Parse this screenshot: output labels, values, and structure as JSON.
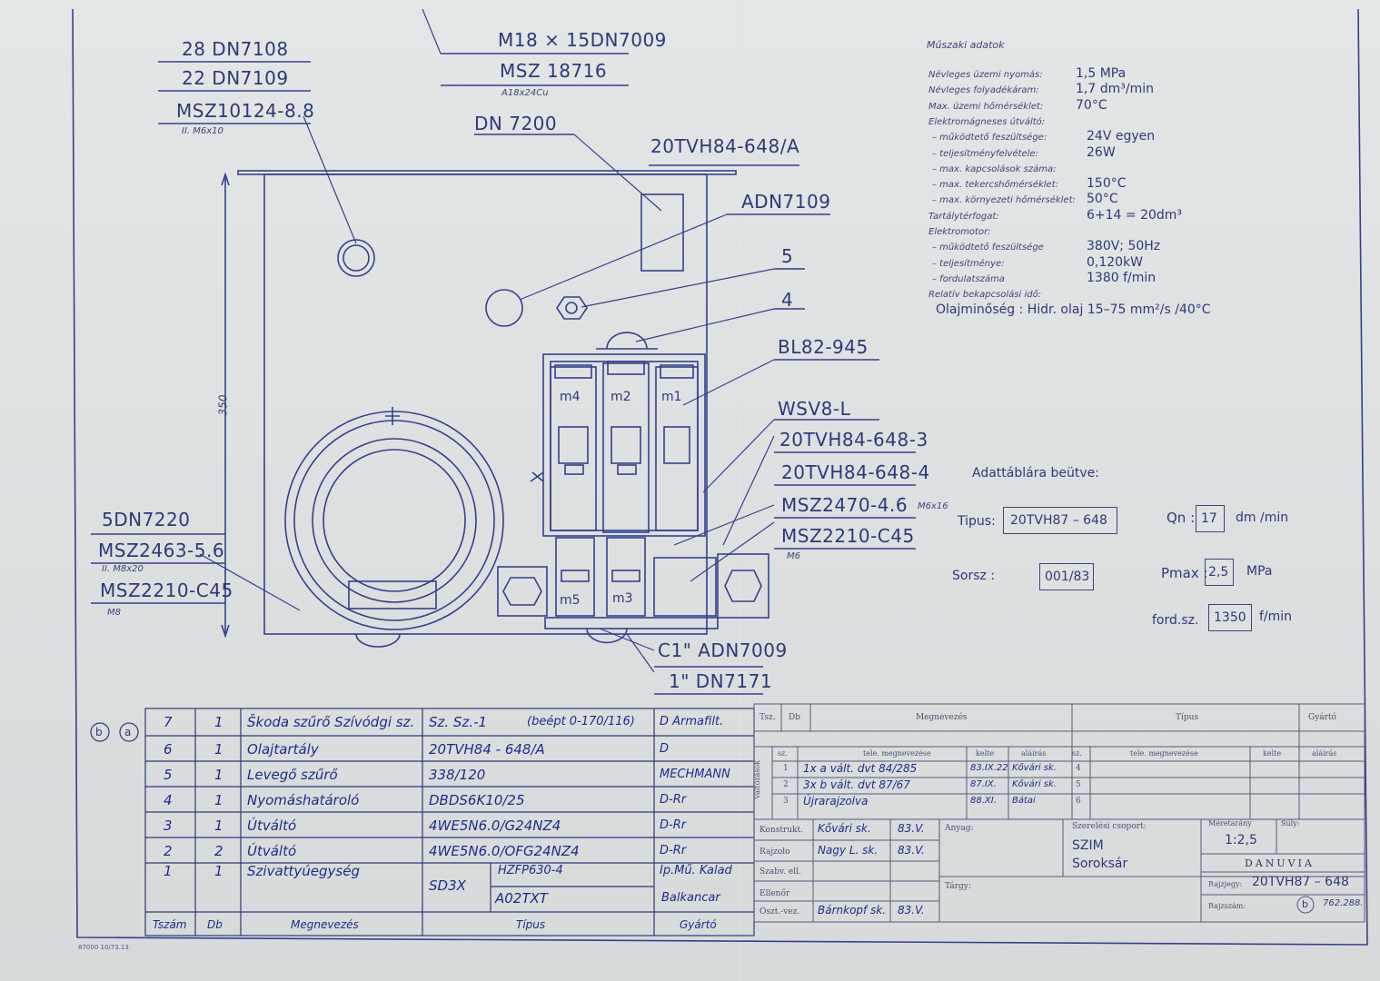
{
  "callouts": {
    "left_top_1": "28 DN7108",
    "left_top_2": "22 DN7109",
    "left_top_3": "MSZ10124-8.8",
    "left_top_note": "II. M6x10",
    "top_1": "M18 × 15DN7009",
    "top_2": "MSZ 18716",
    "top_note": "A18x24Cu",
    "dn7200": "DN 7200",
    "tank_part": "20TVH84-648/A",
    "adn7109": "ADN7109",
    "five": "5",
    "four": "4",
    "bl82": "BL82-945",
    "wsv8": "WSV8-L",
    "r_1": "20TVH84-648-3",
    "r_2": "20TVH84-648-4",
    "r_3": "MSZ2470-4.6",
    "r_3_note": "M6x16",
    "r_4": "MSZ2210-C45",
    "r_4_note": "M6",
    "left_1": "5DN7220",
    "left_2": "MSZ2463-5.6",
    "left_2_note": "II. M8x20",
    "left_3": "MSZ2210-C45",
    "left_3_note": "M8",
    "bottom_1": "C1\" ADN7009",
    "bottom_2": "1\" DN7171",
    "dim_350": "350",
    "m4": "m4",
    "m2": "m2",
    "m1": "m1",
    "m5": "m5",
    "m3": "m3"
  },
  "specs": {
    "title": "Műszaki adatok",
    "rows": [
      {
        "label": "Névleges üzemi nyomás:",
        "value": "1,5 MPa"
      },
      {
        "label": "Névleges folyadékáram:",
        "value": "1,7 dm³/min"
      },
      {
        "label": "Max. üzemi hőmérséklet:",
        "value": "70°C"
      },
      {
        "label": "Elektromágneses útváltó:",
        "value": ""
      },
      {
        "label": "– működtető feszültsége:",
        "value": "24V egyen"
      },
      {
        "label": "– teljesítményfelvétele:",
        "value": "26W"
      },
      {
        "label": "– max. kapcsolások száma:",
        "value": ""
      },
      {
        "label": "– max. tekercshőmérséklet:",
        "value": "150°C"
      },
      {
        "label": "– max. környezeti hőmérséklet:",
        "value": "50°C"
      },
      {
        "label": "Tartálytérfogat:",
        "value": "6+14 = 20dm³"
      },
      {
        "label": "Elektromotor:",
        "value": ""
      },
      {
        "label": "– működtető feszültsége",
        "value": "380V; 50Hz"
      },
      {
        "label": "– teljesítménye:",
        "value": "0,120kW"
      },
      {
        "label": "– fordulatszáma",
        "value": "1380 f/min"
      },
      {
        "label": "Relatív bekapcsolási idő:",
        "value": ""
      }
    ],
    "oil": "Olajminőség : Hidr. olaj 15–75 mm²/s /40°C"
  },
  "nameplate": {
    "heading": "Adattáblára beütve:",
    "type_label": "Tipus:",
    "type_value": "20TVH87 – 648",
    "qn_label": "Qn :",
    "qn_value": "17",
    "qn_unit": "dm /min",
    "serial_label": "Sorsz :",
    "serial_value": "001/83",
    "pmax_label": "Pmax :",
    "pmax_value": "2,5",
    "pmax_unit": "MPa",
    "rpm_label": "ford.sz.",
    "rpm_value": "1350",
    "rpm_unit": "f/min"
  },
  "bom": {
    "rev_a": "b",
    "rev_b": "a",
    "header": {
      "num": "Tszám",
      "qty": "Db",
      "name": "Megnevezés",
      "type": "Típus",
      "maker": "Gyártó"
    },
    "rows": [
      {
        "num": "7",
        "qty": "1",
        "name": "Škoda szűrő Szívódgi sz.",
        "type": "Sz. Sz.-1",
        "extra": "(beépt 0-170/116)",
        "maker": "D  Armafilt."
      },
      {
        "num": "6",
        "qty": "1",
        "name": "Olajtartály",
        "type": "20TVH84 - 648/A",
        "extra": "",
        "maker": "D"
      },
      {
        "num": "5",
        "qty": "1",
        "name": "Levegő szűrő",
        "type": "338/120",
        "extra": "",
        "maker": "MECHMANN"
      },
      {
        "num": "4",
        "qty": "1",
        "name": "Nyomáshatároló",
        "type": "DBDS6K10/25",
        "extra": "",
        "maker": "D-Rr"
      },
      {
        "num": "3",
        "qty": "1",
        "name": "Útváltó",
        "type": "4WE5N6.0/G24NZ4",
        "extra": "",
        "maker": "D-Rr"
      },
      {
        "num": "2",
        "qty": "2",
        "name": "Útváltó",
        "type": "4WE5N6.0/OFG24NZ4",
        "extra": "",
        "maker": "D-Rr"
      },
      {
        "num": "1",
        "qty": "1",
        "name": "Szivattyúegység",
        "type": "SD3X",
        "extra": "HZFP630-4",
        "maker": "Ip.Mű. Kalad"
      }
    ],
    "row1_sub_type": "A02TXT",
    "row1_sub_maker": "Balkancar",
    "print_note": "87000 10/73.13"
  },
  "title_block": {
    "col_tsz": "Tsz.",
    "col_db": "Db",
    "col_name": "Megnevezés",
    "col_tipus": "Típus",
    "col_gyarto": "Gyártó",
    "changes_label": "Változások",
    "sub_sz": "sz.",
    "sub_desc": "tele. megnevezése",
    "sub_kelte": "kelte",
    "sub_alairas": "aláírás",
    "changes": [
      {
        "no": "1",
        "desc": "1x a vált. dvt 84/285",
        "date": "83.IX.22",
        "sign": "Kővári sk."
      },
      {
        "no": "2",
        "desc": "3x b vált. dvt 87/67",
        "date": "87.IX.",
        "sign": "Kővári sk."
      },
      {
        "no": "3",
        "desc": "Újrarajzolva",
        "date": "88.XI.",
        "sign": "Bátai"
      }
    ],
    "right_nums": [
      "4",
      "5",
      "6"
    ],
    "rows": [
      {
        "label": "Konstrukt.",
        "name": "Kővári sk.",
        "date": "83.V."
      },
      {
        "label": "Rajzolo",
        "name": "Nagy L. sk.",
        "date": "83.V."
      },
      {
        "label": "Szabv. ell.",
        "name": "",
        "date": ""
      },
      {
        "label": "Ellenőr",
        "name": "",
        "date": ""
      },
      {
        "label": "Oszt.-vez.",
        "name": "Bárnkopf sk.",
        "date": "83.V."
      }
    ],
    "anyag": "Anyag:",
    "szerelesi": "Szerelési csoport:",
    "group1": "SZIM",
    "group2": "Soroksár",
    "targy": "Tárgy:",
    "meretarany_label": "Méretarány",
    "meretarany": "1:2,5",
    "suly": "Súly:",
    "company": "DANUVIA",
    "rajzjel_label": "Rajzjegy:",
    "rajzjel": "20TVH87 – 648",
    "rev": "b",
    "rajzszam_label": "Rajzszám:",
    "rajzszam": "762.288."
  }
}
